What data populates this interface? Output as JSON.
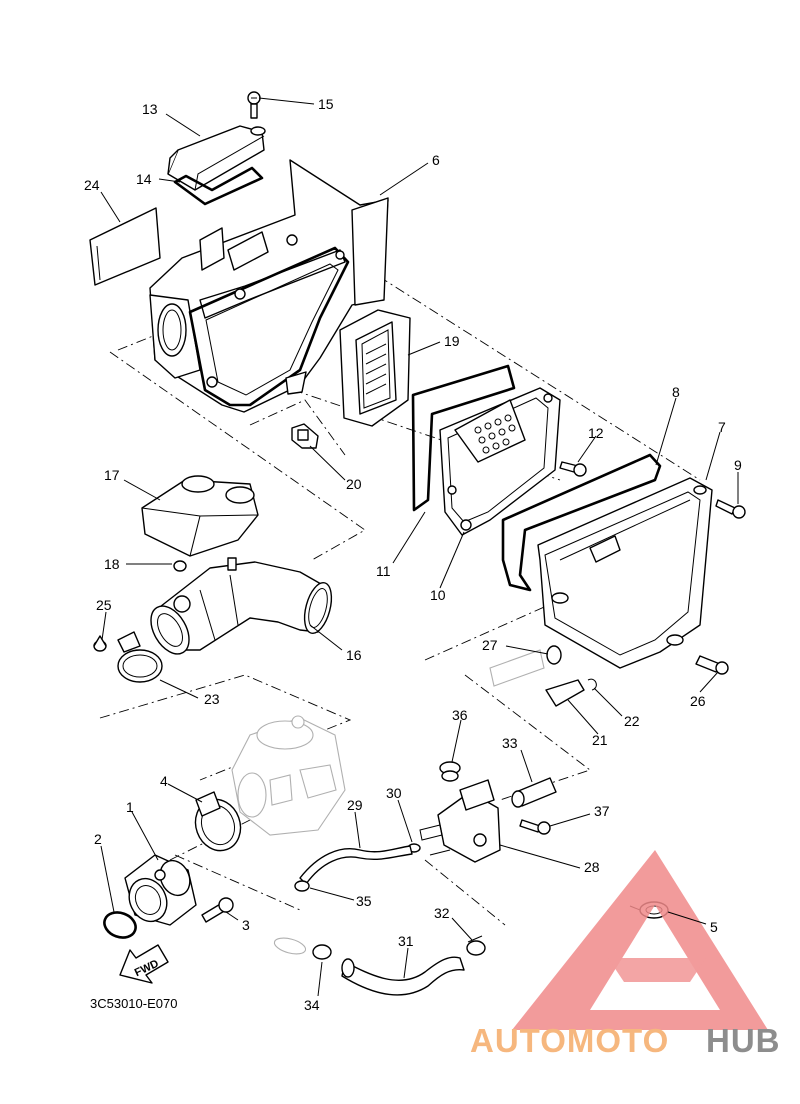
{
  "diagram_code": "3C53010-E070",
  "fwd_label": "FWD",
  "watermark": {
    "text_a": "AUTOMOTO",
    "text_b": "HUB",
    "color_a": "#f6b77e",
    "color_b": "#8d8d8d",
    "logo_color": "#f08a8a"
  },
  "callouts": [
    "1",
    "2",
    "3",
    "4",
    "5",
    "6",
    "7",
    "8",
    "9",
    "10",
    "11",
    "12",
    "13",
    "14",
    "15",
    "16",
    "17",
    "18",
    "19",
    "20",
    "21",
    "22",
    "23",
    "24",
    "25",
    "26",
    "27",
    "28",
    "29",
    "30",
    "31",
    "32",
    "33",
    "34",
    "35",
    "36",
    "37"
  ]
}
